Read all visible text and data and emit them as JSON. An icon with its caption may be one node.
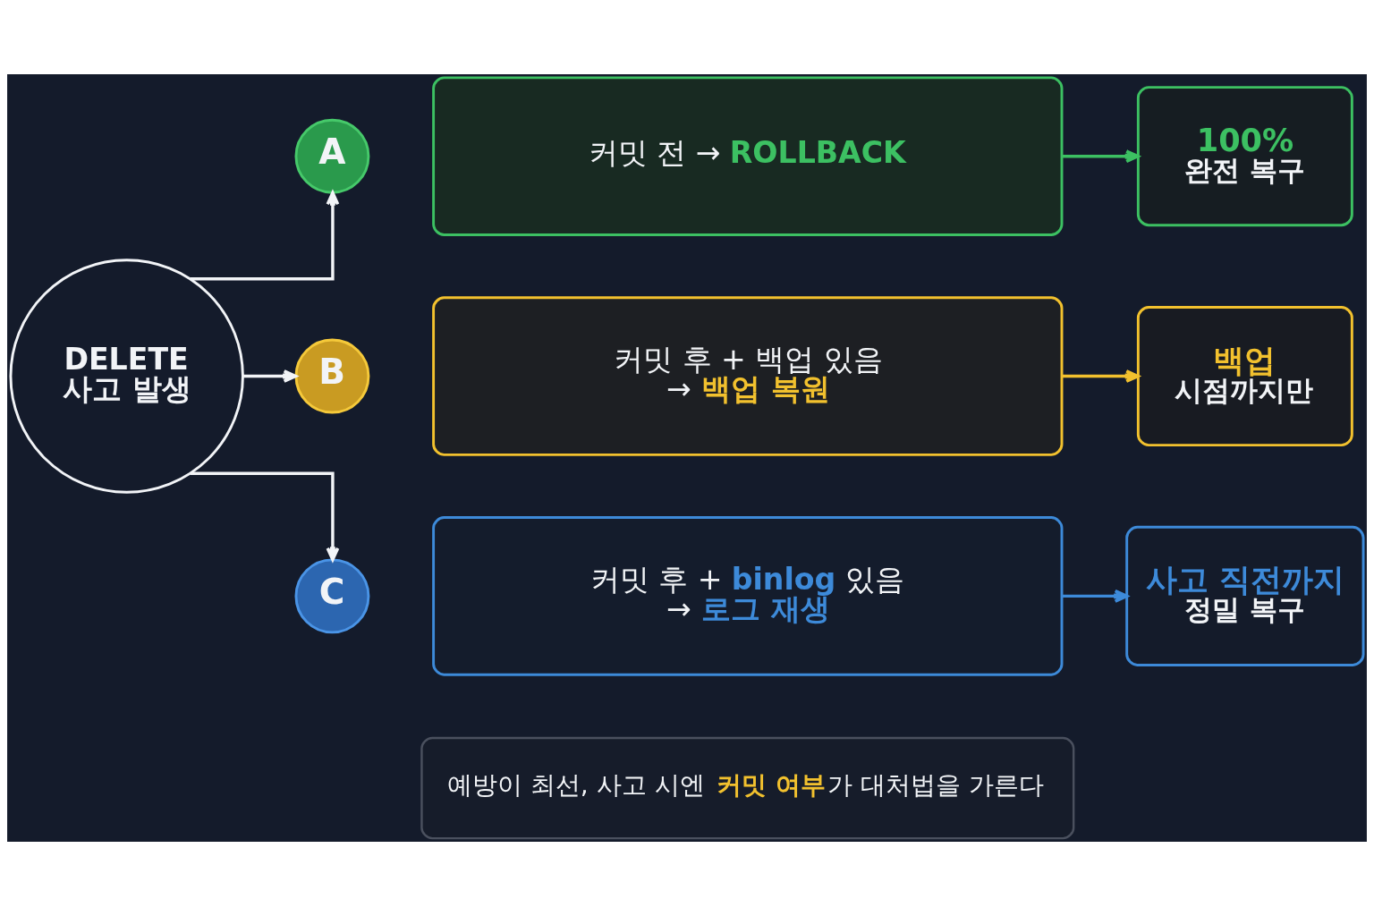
{
  "diagram": {
    "nodes": [
      {
        "text": [
          "DELETE",
          "사고 발생"
        ]
      },
      {
        "text": [
          "A"
        ]
      },
      {
        "text": [
          "커밋 전 → **ROLLBACK**"
        ]
      },
      {
        "text": [
          "100%",
          "완전 복구"
        ]
      },
      {
        "text": [
          "B"
        ]
      },
      {
        "text": [
          "커밋 후 + 백업 있음",
          "→ **백업 복원**"
        ]
      },
      {
        "text": [
          "백업",
          "시점까지만"
        ]
      },
      {
        "text": [
          "C"
        ]
      },
      {
        "text": [
          "커밋 후 + **binlog** 있음",
          "→ **로그 재생**"
        ]
      },
      {
        "text": [
          "사고 직전까지",
          "정밀 복구"
        ]
      },
      {
        "text": [
          "예방이 최선, 사고 시엔 **커밋 여부**가 대처법을 가른다"
        ]
      }
    ],
    "edges": [
      {
        "from": 0,
        "to": 1,
        "arrow": "to"
      },
      {
        "from": 0,
        "to": 4,
        "arrow": "to"
      },
      {
        "from": 0,
        "to": 7,
        "arrow": "to"
      },
      {
        "from": 2,
        "to": 3,
        "arrow": "to",
        "color": "#3cc062"
      },
      {
        "from": 5,
        "to": 6,
        "arrow": "to",
        "color": "#f2c12e"
      },
      {
        "from": 8,
        "to": 9,
        "arrow": "to",
        "color": "#3d8ad9"
      }
    ]
  }
}
